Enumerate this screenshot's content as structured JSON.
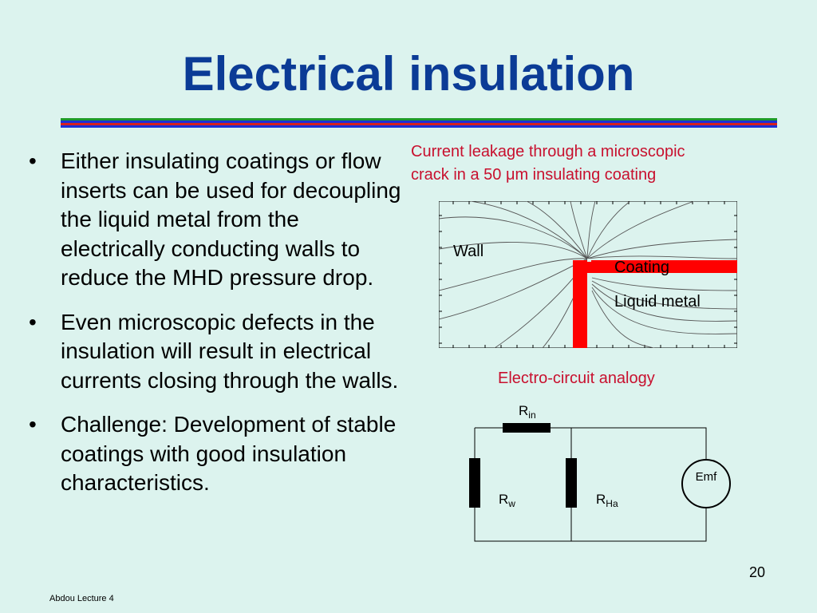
{
  "slide": {
    "title": "Electrical insulation",
    "rule_colors": [
      "#1f9a2a",
      "#1c2fd6",
      "#d42020"
    ],
    "bullets": [
      "Either insulating coatings or flow inserts can be used for decoupling the liquid metal from the electrically conducting walls to reduce the MHD pressure drop.",
      "Even microscopic defects in the insulation will result in electrical currents closing through the walls.",
      "Challenge: Development of stable coatings with good insulation characteristics."
    ],
    "bullet_symbol": "•",
    "page_number": "20",
    "footer": "Abdou Lecture 4"
  },
  "figure": {
    "caption_line1": "Current leakage through a microscopic",
    "caption_line2": "crack in a 50 μm insulating coating",
    "labels": {
      "wall": "Wall",
      "coating": "Coating",
      "liquid_metal": "Liquid metal"
    },
    "coating_color": "#ff0000"
  },
  "circuit": {
    "title": "Electro-circuit analogy",
    "r_in": {
      "base": "R",
      "sub": "in"
    },
    "r_w": {
      "base": "R",
      "sub": "w"
    },
    "r_ha": {
      "base": "R",
      "sub": "Ha"
    },
    "emf": "Emf"
  }
}
